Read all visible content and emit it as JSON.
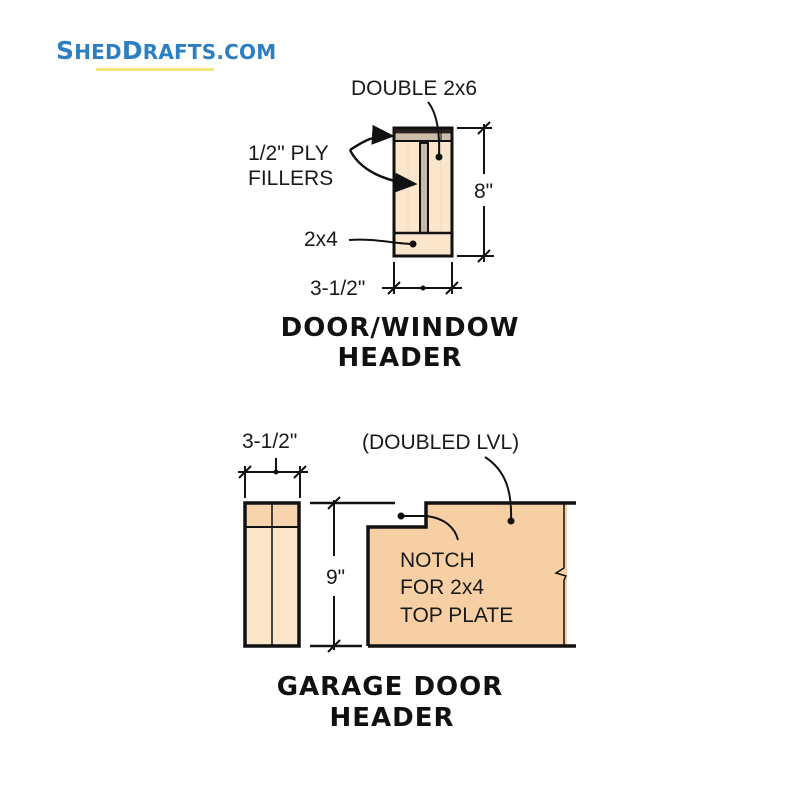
{
  "logo": {
    "text_part1": "S",
    "text_part2": "HED",
    "text_part3": "D",
    "text_part4": "RAFTS.COM",
    "color": "#2d7fc1",
    "underline_color": "#f2e77a"
  },
  "door_window_header": {
    "labels": {
      "double_2x6": "DOUBLE 2x6",
      "ply_fillers_line1": "1/2\" PLY",
      "ply_fillers_line2": "FILLERS",
      "two_by_four": "2x4",
      "height_dim": "8\"",
      "width_dim": "3-1/2\""
    },
    "title_line1": "DOOR/WINDOW",
    "title_line2": "HEADER"
  },
  "garage_door_header": {
    "labels": {
      "width_dim": "3-1/2\"",
      "doubled_lvl": "(DOUBLED LVL)",
      "height_dim": "9\"",
      "notch_line1": "NOTCH",
      "notch_line2": "FOR 2x4",
      "notch_line3": "TOP PLATE"
    },
    "title_line1": "GARAGE DOOR",
    "title_line2": "HEADER"
  },
  "colors": {
    "wood_light": "#fbe6cc",
    "wood_mid": "#f7d4ad",
    "lvl_fill": "#f6d0a4",
    "plywood": "#c7b8a8",
    "outline": "#111111"
  }
}
